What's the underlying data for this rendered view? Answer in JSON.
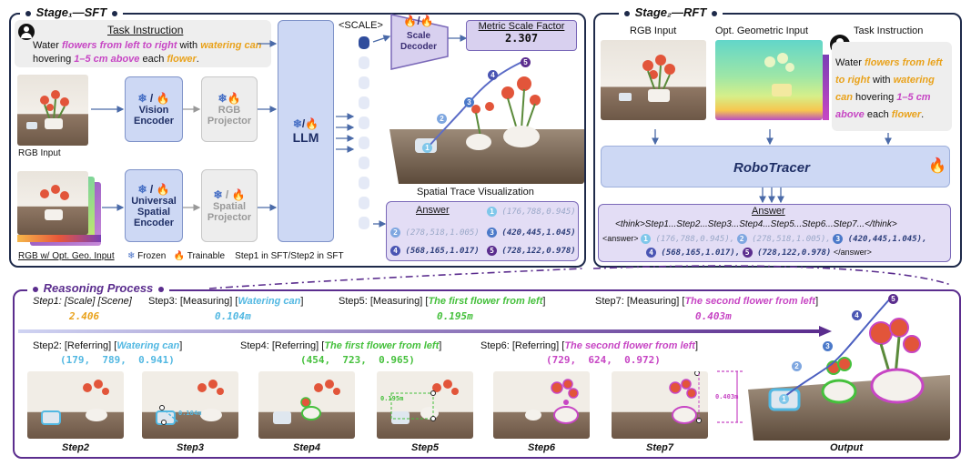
{
  "stage1": {
    "title": "Stage₁—SFT",
    "task_title": "Task Instruction",
    "task_parts": [
      "Water ",
      "flowers from left to right",
      " with ",
      "watering can",
      " hovering ",
      "1–5 cm above",
      " each ",
      "flower",
      "."
    ],
    "rgb_input_label": "RGB Input",
    "rgb_geo_label": "RGB w/ Opt. Geo. Input",
    "vision_encoder": [
      "Vision",
      "Encoder"
    ],
    "rgb_projector": [
      "RGB",
      "Projector"
    ],
    "universal_encoder": [
      "Universal",
      "Spatial",
      "Encoder"
    ],
    "spatial_projector": [
      "Spatial",
      "Projector"
    ],
    "llm_label": "LLM",
    "scale_token": "<SCALE>",
    "scale_decoder": [
      "Scale",
      "Decoder"
    ],
    "metric_title": "Metric Scale Factor",
    "metric_value": "2.307",
    "trace_label": "Spatial Trace Visualization",
    "answer_title": "Answer",
    "answer_points": [
      {
        "n": "1",
        "v": "(176,788,0.945)",
        "color": "#7fc7ea"
      },
      {
        "n": "2",
        "v": "(278,518,1.005)",
        "color": "#7fa7e0"
      },
      {
        "n": "3",
        "v": "(420,445,1.045)",
        "color": "#4b79c9"
      },
      {
        "n": "4",
        "v": "(568,165,1.017)",
        "color": "#4a55b3"
      },
      {
        "n": "5",
        "v": "(728,122,0.978)",
        "color": "#5b2d8e"
      }
    ],
    "legend_frozen": "Frozen",
    "legend_trainable": "Trainable",
    "legend_steps": "Step1 in SFT/Step2 in SFT"
  },
  "stage2": {
    "title": "Stage₂—RFT",
    "rgb_input_label": "RGB Input",
    "geo_input_label": "Opt. Geometric Input",
    "task_title": "Task Instruction",
    "task_parts": [
      "Water ",
      "flowers from left to right",
      " with ",
      "watering can",
      " hovering ",
      "1–5 cm above",
      " each ",
      "flower",
      "."
    ],
    "model_name": "RoboTracer",
    "answer_title": "Answer",
    "think_line": "<think>Step1...Step2...Step3...Step4...Step5...Step6...Step7...</think>",
    "answer_open": "<answer>",
    "answer_close": "</answer>"
  },
  "reasoning": {
    "title": "Reasoning Process",
    "steps_top": [
      {
        "head": "Step1: [Scale] [Scene]",
        "value": "2.406",
        "color": "#e9a21b"
      },
      {
        "head": "Step3: [Measuring] [",
        "obj": "Watering can",
        "tail": "]",
        "objc": "#52b8e2",
        "value": "0.104m",
        "color": "#52b8e2"
      },
      {
        "head": "Step5: [Measuring] [",
        "obj": "The first flower from left",
        "tail": "]",
        "objc": "#45c03c",
        "value": "0.195m",
        "color": "#45c03c"
      },
      {
        "head": "Step7: [Measuring] [",
        "obj": "The second flower from left",
        "tail": "]",
        "objc": "#c746c4",
        "value": "0.403m",
        "color": "#c746c4"
      }
    ],
    "steps_mid": [
      {
        "head": "Step2: [Referring] [",
        "obj": "Watering can",
        "tail": "]",
        "objc": "#52b8e2",
        "value": "(179,  789,  0.941)",
        "color": "#52b8e2"
      },
      {
        "head": "Step4: [Referring] [",
        "obj": "The first flower from left",
        "tail": "]",
        "objc": "#45c03c",
        "value": "(454,  723,  0.965)",
        "color": "#45c03c"
      },
      {
        "head": "Step6: [Referring] [",
        "obj": "The second flower from left",
        "tail": "]",
        "objc": "#c746c4",
        "value": "(729,  624,  0.972)",
        "color": "#c746c4"
      }
    ],
    "thumb_labels": [
      "Step2",
      "Step3",
      "Step4",
      "Step5",
      "Step6",
      "Step7",
      "Output"
    ],
    "annot_can": "0.104m",
    "annot_flower": "0.195m",
    "annot_second": "0.403m"
  }
}
